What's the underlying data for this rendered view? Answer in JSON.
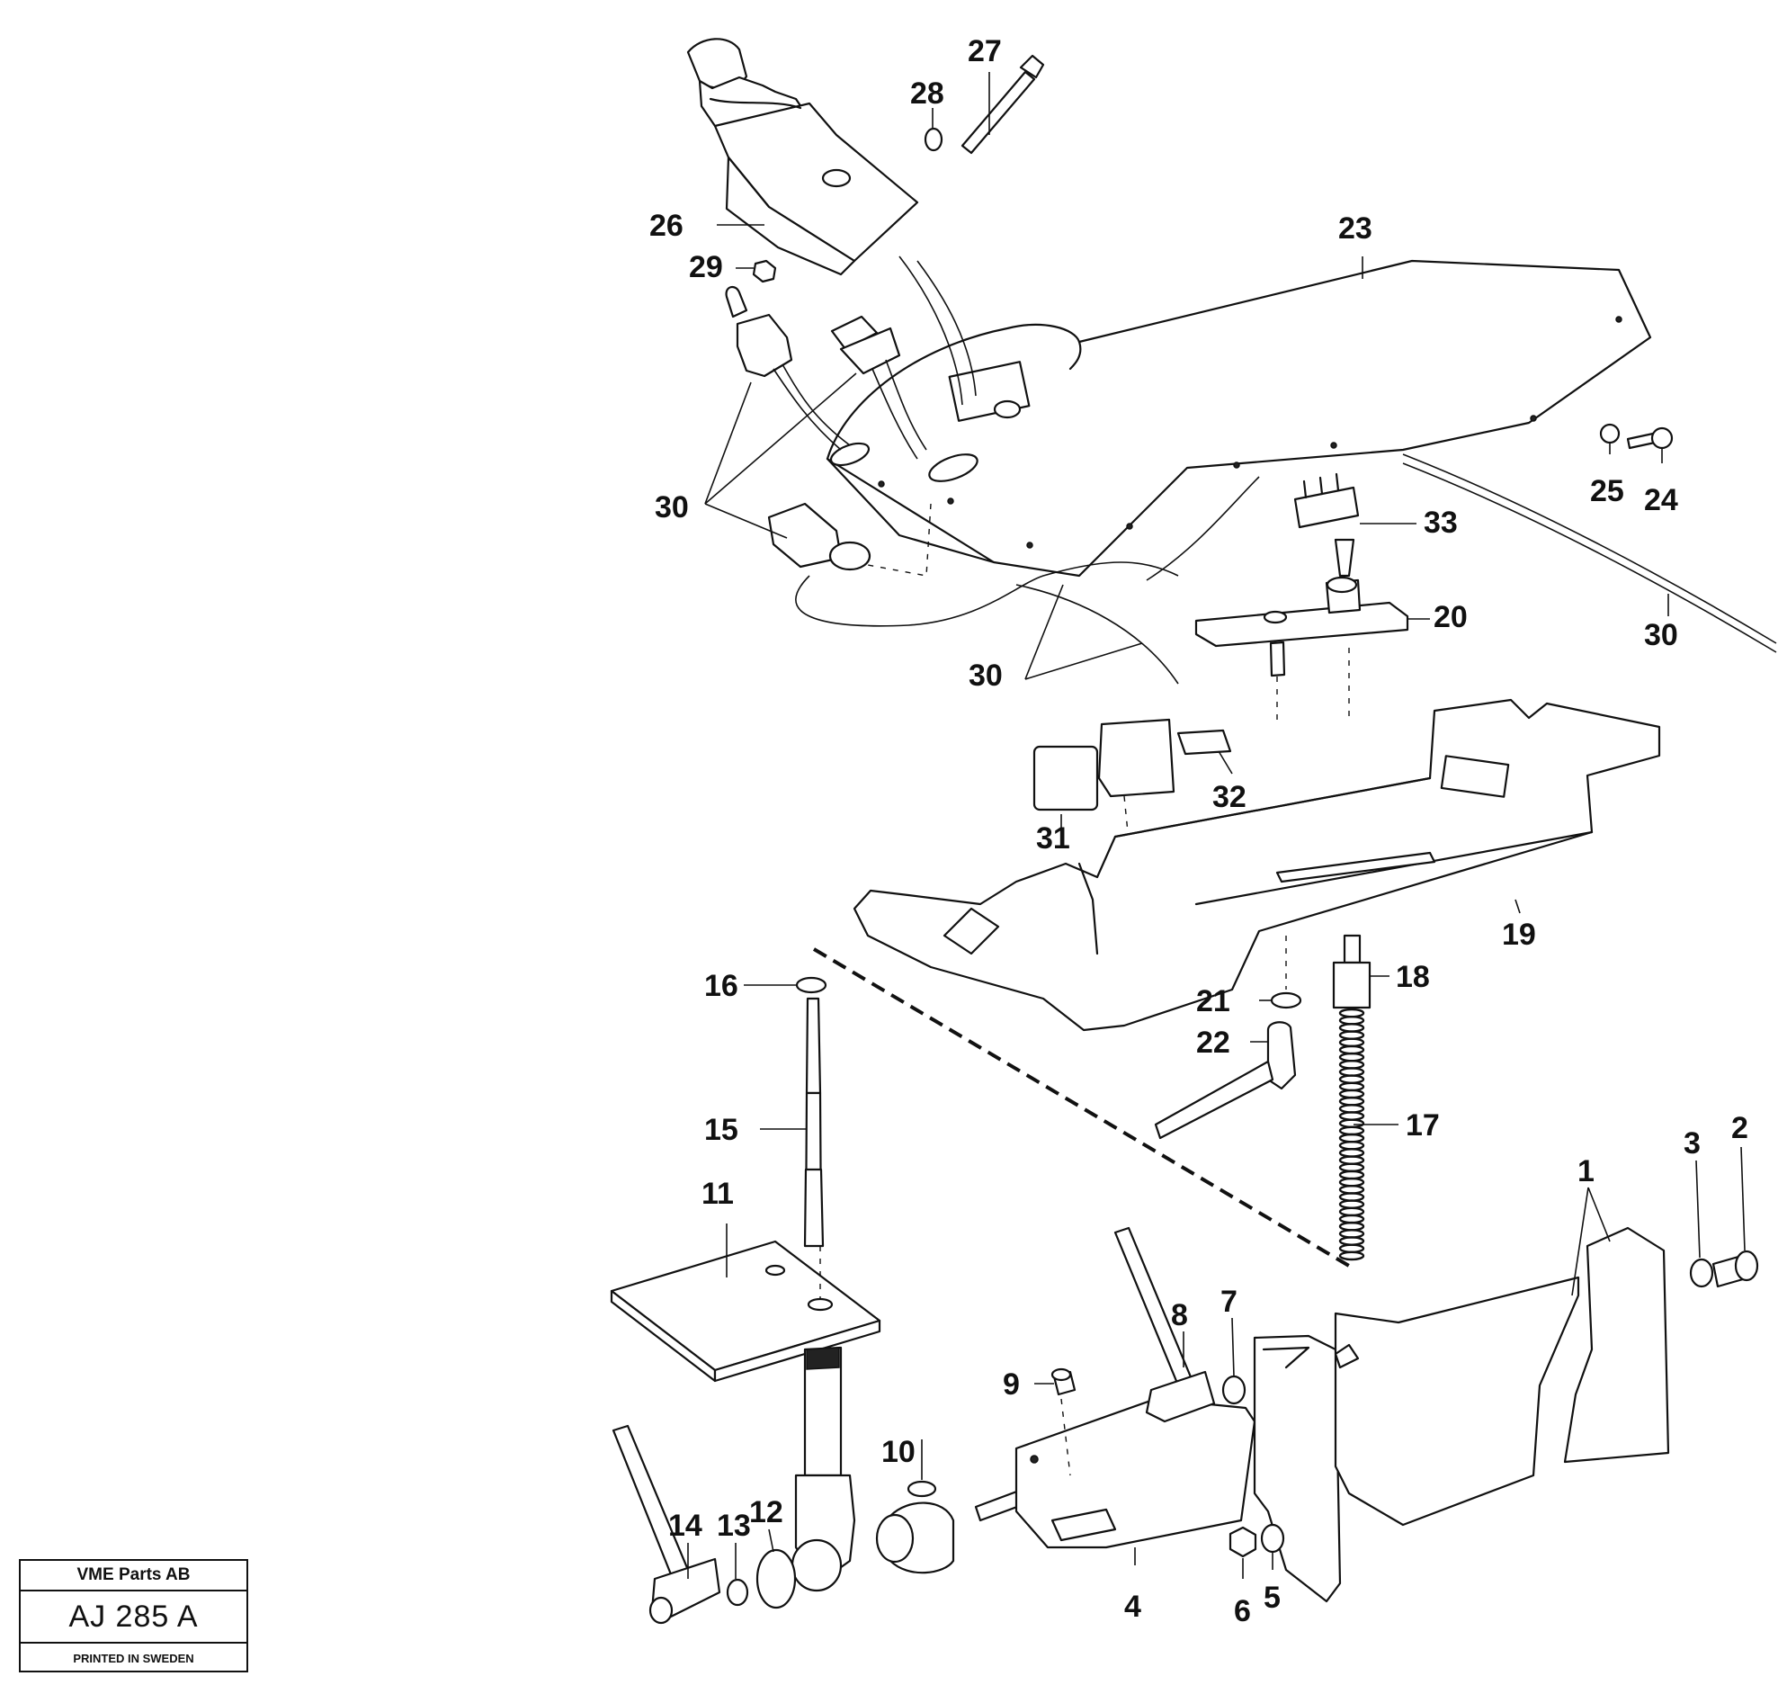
{
  "diagram": {
    "part_labels": {
      "p1": "1",
      "p2": "2",
      "p3": "3",
      "p4": "4",
      "p5": "5",
      "p6": "6",
      "p7": "7",
      "p8": "8",
      "p9": "9",
      "p10": "10",
      "p11": "11",
      "p12": "12",
      "p13": "13",
      "p14": "14",
      "p15": "15",
      "p16": "16",
      "p17": "17",
      "p18": "18",
      "p19": "19",
      "p20": "20",
      "p21": "21",
      "p22": "22",
      "p23": "23",
      "p24": "24",
      "p25": "25",
      "p26": "26",
      "p27": "27",
      "p28": "28",
      "p29": "29",
      "p30a": "30",
      "p30b": "30",
      "p30c": "30",
      "p31": "31",
      "p32": "32",
      "p33": "33"
    }
  },
  "stamp": {
    "company": "VME Parts AB",
    "code": "AJ 285 A",
    "printed": "PRINTED IN SWEDEN"
  }
}
